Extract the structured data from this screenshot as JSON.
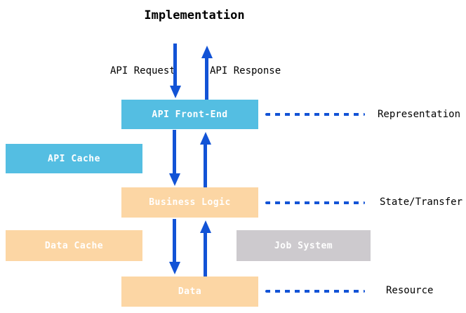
{
  "title": "Implementation",
  "colors": {
    "cyan_box": "#54BEE2",
    "orange_box": "#FCD6A4",
    "gray_box": "#CDCACE",
    "arrow_blue": "#1253D6",
    "label_text": "#000000",
    "box_text": "#FFFFFF"
  },
  "flow_labels": {
    "request": "API Request",
    "response": "API Response"
  },
  "boxes": [
    {
      "id": "api-front-end",
      "label": "API Front-End",
      "color": "#54BEE2"
    },
    {
      "id": "api-cache",
      "label": "API Cache",
      "color": "#54BEE2"
    },
    {
      "id": "business-logic",
      "label": "Business Logic",
      "color": "#FCD6A4"
    },
    {
      "id": "data-cache",
      "label": "Data Cache",
      "color": "#FCD6A4"
    },
    {
      "id": "job-system",
      "label": "Job System",
      "color": "#CDCACE"
    },
    {
      "id": "data",
      "label": "Data",
      "color": "#FCD6A4"
    }
  ],
  "layer_labels": [
    {
      "label": "Representation"
    },
    {
      "label": "State/Transfer"
    },
    {
      "label": "Resource"
    }
  ]
}
